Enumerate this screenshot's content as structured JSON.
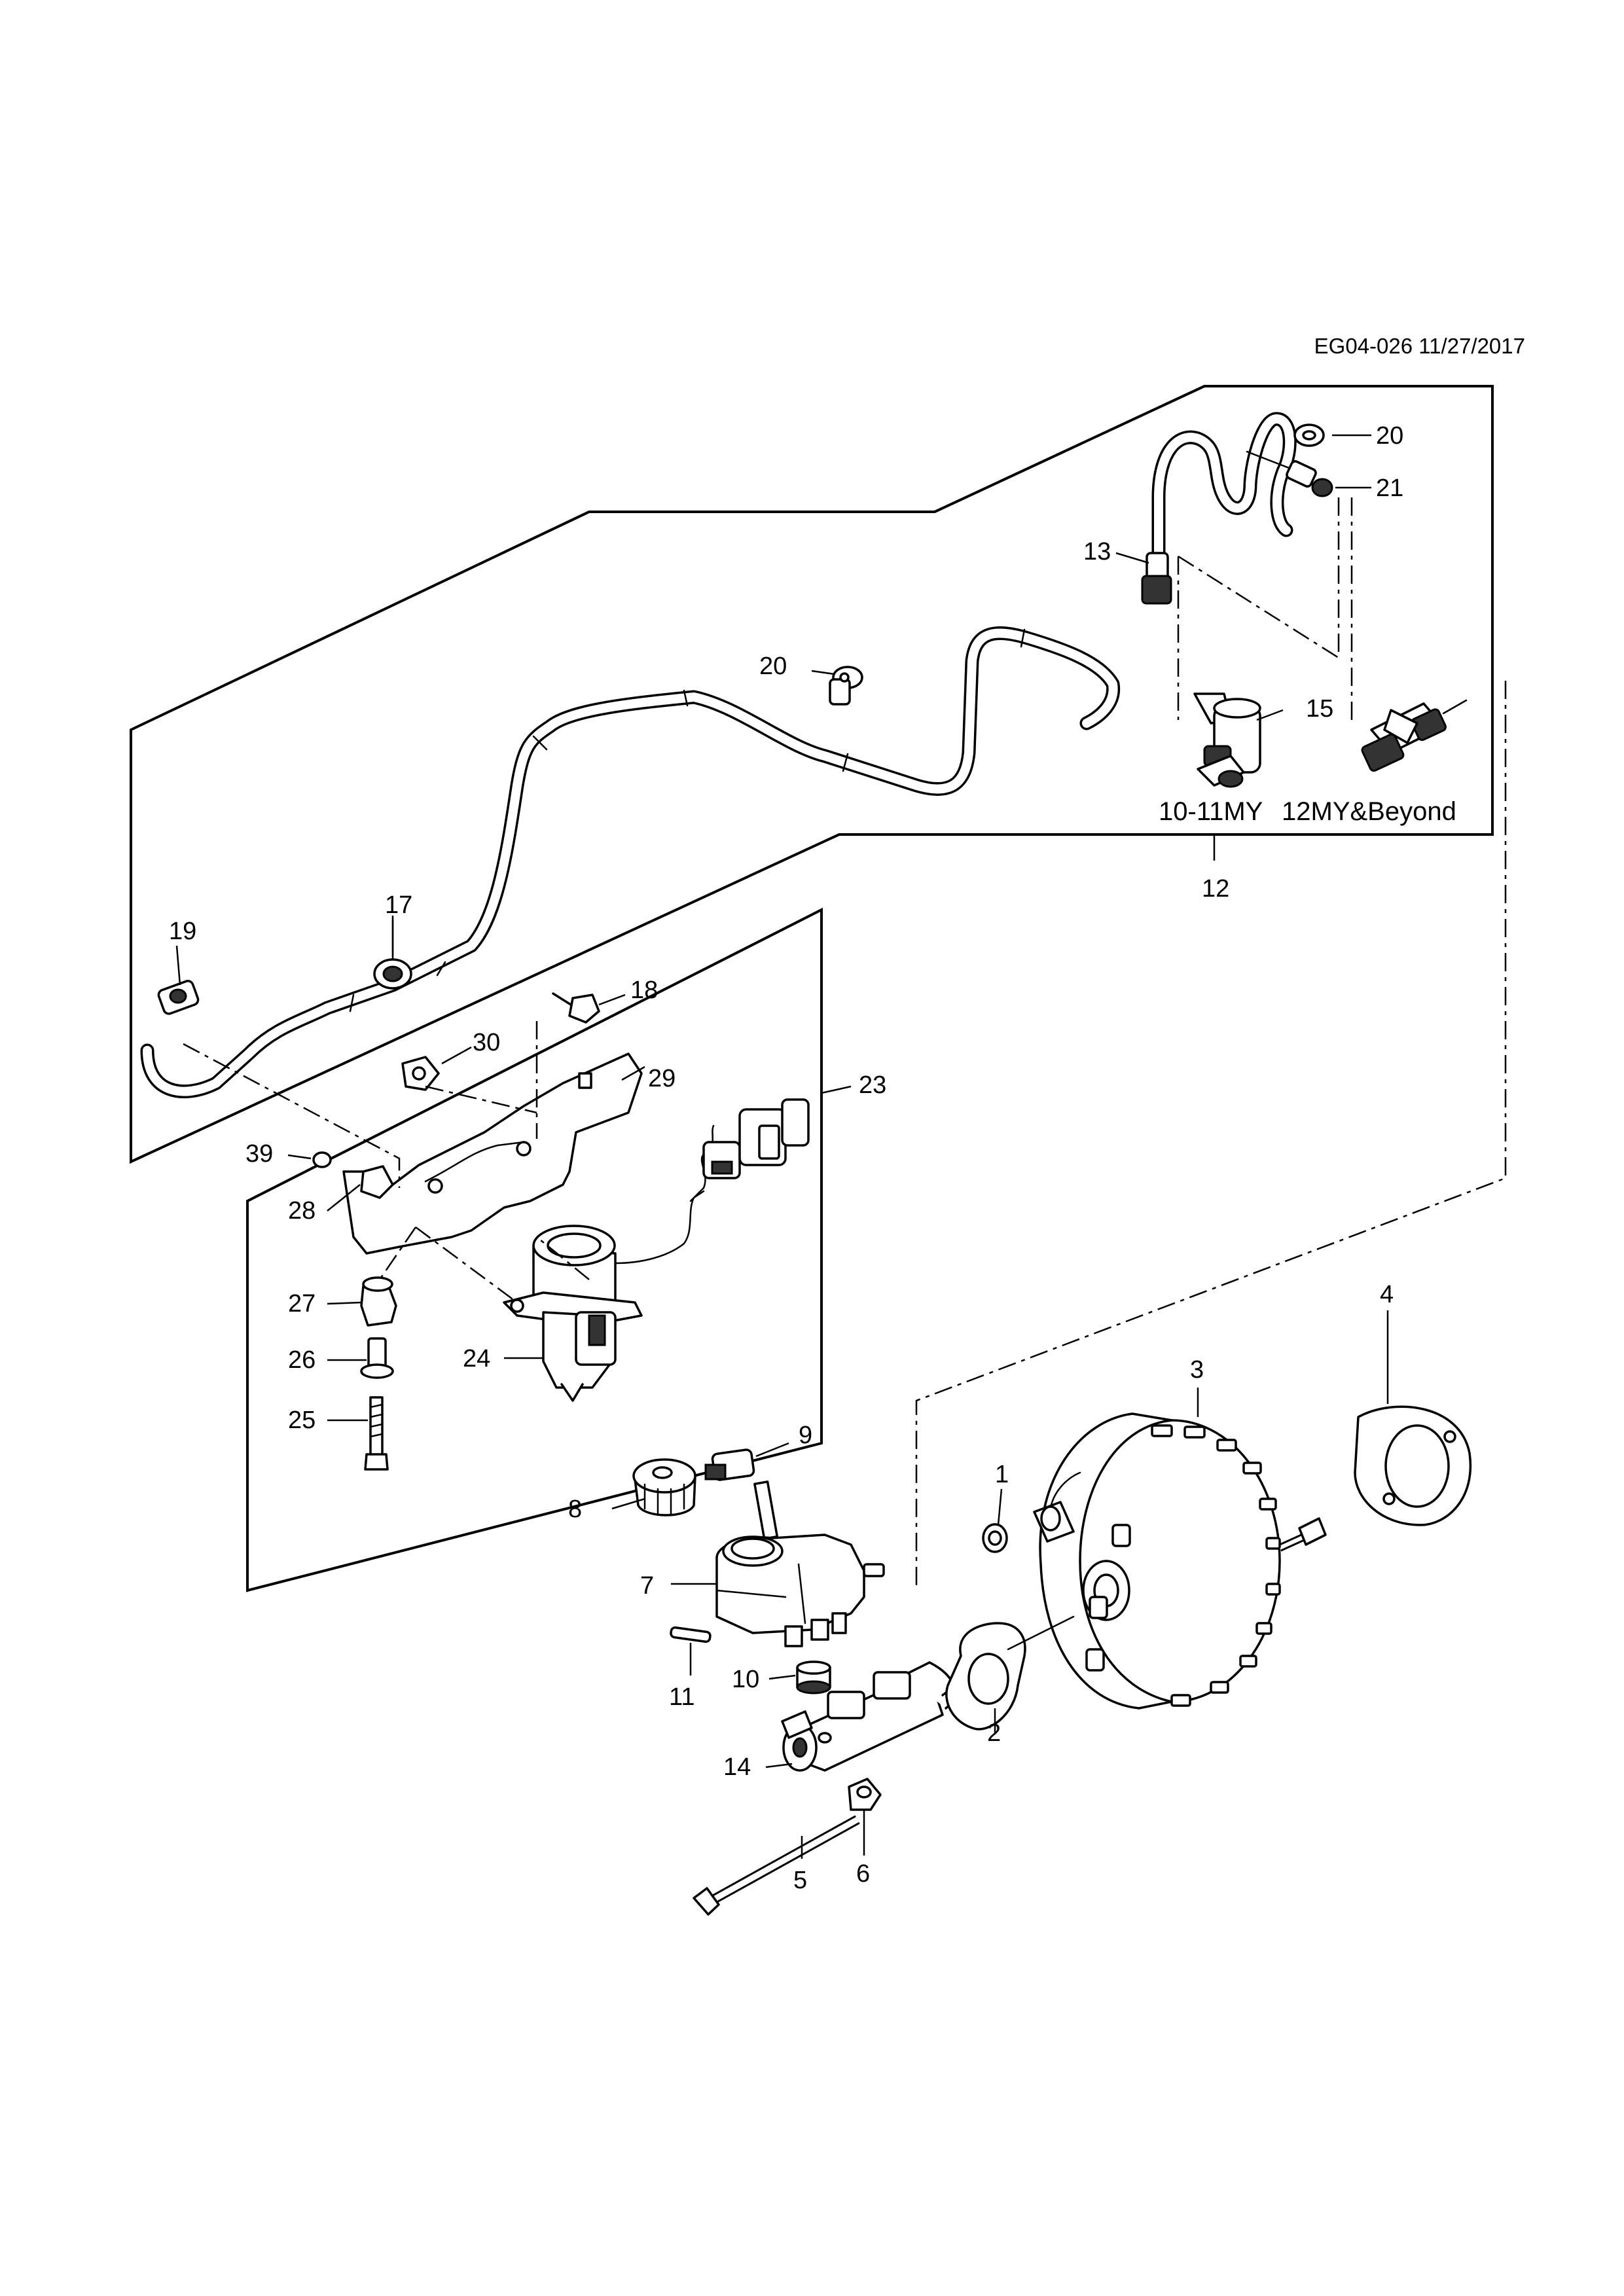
{
  "drawing_id": "EG04-026 11/27/2017",
  "variant_labels": {
    "left": "10-11MY",
    "right": "12MY&Beyond"
  },
  "refs": {
    "r1": "1",
    "r2": "2",
    "r3": "3",
    "r4": "4",
    "r5": "5",
    "r6": "6",
    "r7": "7",
    "r8": "8",
    "r9": "9",
    "r10": "10",
    "r11": "11",
    "r12": "12",
    "r13": "13",
    "r14": "14",
    "r15": "15",
    "r17": "17",
    "r18": "18",
    "r19": "19",
    "r20a": "20",
    "r20b": "20",
    "r21": "21",
    "r23": "23",
    "r24": "24",
    "r25": "25",
    "r26": "26",
    "r27": "27",
    "r28": "28",
    "r29": "29",
    "r30": "30",
    "r39": "39"
  },
  "icons": {
    "vacuum_hose": "hose-icon",
    "booster": "brake-booster-icon",
    "pump": "vacuum-pump-icon",
    "reservoir": "fluid-reservoir-icon",
    "master_cylinder": "master-cylinder-icon"
  }
}
